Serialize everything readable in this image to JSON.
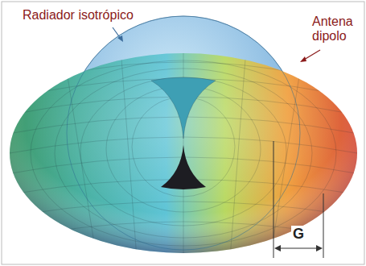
{
  "diagram": {
    "labels": [
      "Radiador isotrópico",
      "Antena dipolo",
      "G"
    ]
  }
}
